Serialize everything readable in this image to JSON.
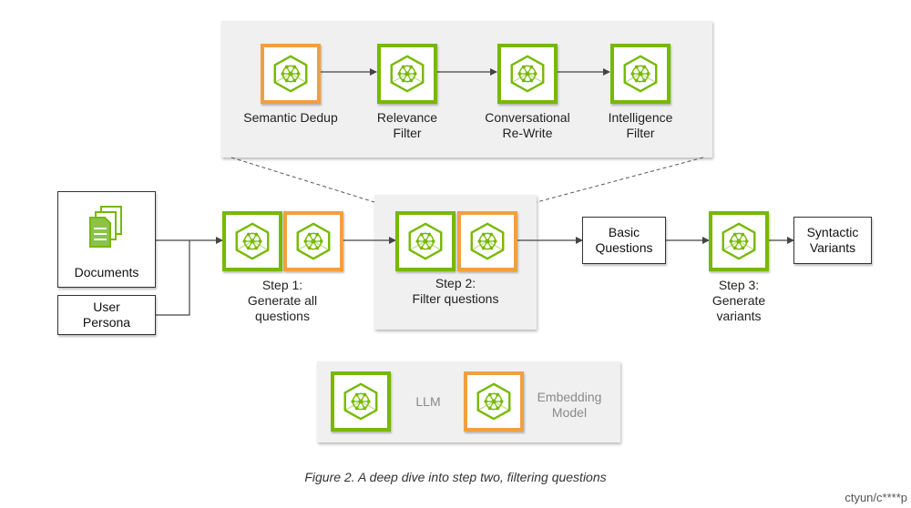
{
  "colors": {
    "llm_border": "#76b900",
    "embedding_border": "#f0a040",
    "icon_glyph": "#76b900",
    "panel_bg": "#f0f0f0"
  },
  "icon_name": "llm-model-icon",
  "detail_panel": {
    "stages": [
      {
        "label": "Semantic Dedup",
        "model": "embedding"
      },
      {
        "label": "Relevance\nFilter",
        "model": "llm"
      },
      {
        "label": "Conversational\nRe-Write",
        "model": "llm"
      },
      {
        "label": "Intelligence\nFilter",
        "model": "llm"
      }
    ]
  },
  "inputs": {
    "documents": "Documents",
    "user_persona": "User\nPersona"
  },
  "steps": {
    "step1": "Step 1:\nGenerate all\nquestions",
    "step2": "Step 2:\nFilter questions",
    "step3": "Step 3:\nGenerate\nvariants"
  },
  "outputs": {
    "basic_questions": "Basic\nQuestions",
    "syntactic_variants": "Syntactic\nVariants"
  },
  "legend": {
    "llm": "LLM",
    "embedding": "Embedding\nModel"
  },
  "caption": "Figure 2. A deep dive into step two, filtering questions",
  "watermark": "ctyun/c****p"
}
